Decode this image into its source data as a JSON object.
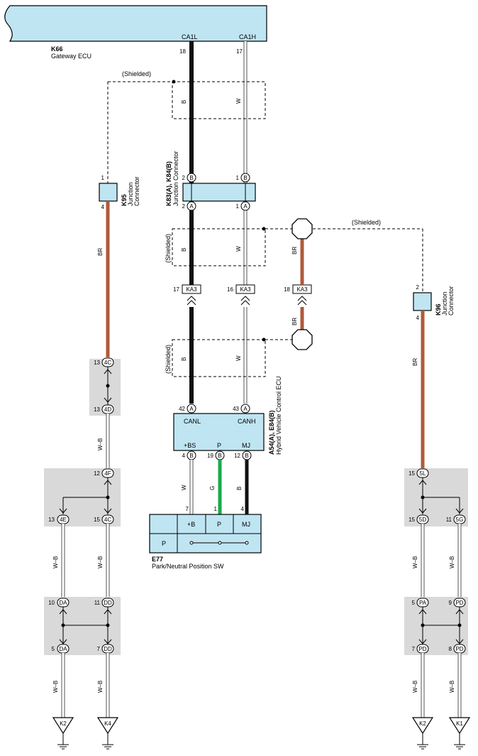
{
  "title": "",
  "components": {
    "gateway": {
      "id": "K66",
      "name": "Gateway ECU",
      "pin_ca1l": "CA1L",
      "pin_ca1h": "CA1H",
      "pin_18": "18",
      "pin_17": "17"
    },
    "jc_k83": {
      "id": "K83(A), K84(B)",
      "name": "Junction Connector",
      "pin_b2": "2",
      "pin_b1": "1",
      "pin_a2": "2",
      "pin_a1": "1",
      "tag_a": "A",
      "tag_b": "B"
    },
    "k95": {
      "id": "K95",
      "name1": "Junction",
      "name2": "Connector",
      "pin_top": "1",
      "pin_bottom": "4"
    },
    "k96": {
      "id": "K96",
      "name1": "Junction",
      "name2": "Connector",
      "pin_top": "2",
      "pin_bottom": "4"
    },
    "hv_ecu": {
      "id": "A54(A), E84(B)",
      "name": "Hybrid Vehicle Control ECU",
      "canl": "CANL",
      "canh": "CANH",
      "bs": "+BS",
      "p": "P",
      "mj": "MJ",
      "pin42": "42",
      "pin43": "43",
      "pin4": "4",
      "pin19": "19",
      "pin12": "12"
    },
    "e77": {
      "id": "E77",
      "name": "Park/Neutral Position SW",
      "col_b": "+B",
      "col_p": "P",
      "col_mj": "MJ",
      "row_p": "P",
      "pin7": "7",
      "pin1": "1",
      "pin4": "4"
    },
    "ka3": {
      "label": "KA3",
      "pin17": "17",
      "pin16": "16",
      "pin18": "18"
    }
  },
  "shielded": "(Shielded)",
  "wire_colors": {
    "b": "B",
    "w": "W",
    "br": "BR",
    "g": "G",
    "wb": "W–B"
  },
  "connectors": {
    "c4c_top": {
      "pin": "13",
      "tag": "4C"
    },
    "c4d": {
      "pin": "13",
      "tag": "4D"
    },
    "c4f": {
      "pin": "12",
      "tag": "4F"
    },
    "c4e": {
      "pin": "13",
      "tag": "4E"
    },
    "c4c_mid": {
      "pin": "15",
      "tag": "4C"
    },
    "cda_top": {
      "pin": "10",
      "tag": "DA"
    },
    "cdd_top": {
      "pin": "11",
      "tag": "DD"
    },
    "cda_bot": {
      "pin": "5",
      "tag": "DA"
    },
    "cdd_bot": {
      "pin": "7",
      "tag": "DD"
    },
    "c5l": {
      "pin": "15",
      "tag": "5L"
    },
    "c5d": {
      "pin": "15",
      "tag": "5D"
    },
    "c5g": {
      "pin": "11",
      "tag": "5G"
    },
    "cpa": {
      "pin": "5",
      "tag": "PA"
    },
    "cpd_top": {
      "pin": "9",
      "tag": "PD"
    },
    "cpd_bl": {
      "pin": "7",
      "tag": "PD"
    },
    "cpd_br": {
      "pin": "8",
      "tag": "PD"
    }
  },
  "grounds": {
    "k2_left": "K2",
    "k4": "K4",
    "k2_right": "K2",
    "k1": "K1"
  },
  "colors": {
    "ecu_fill": "#bfe5f2",
    "black_wire": "#111111",
    "white_wire": "#ffffff",
    "brown_wire": "#b05a3a",
    "green_wire": "#1aaa4a",
    "splice_gray": "#d9d9d9"
  }
}
